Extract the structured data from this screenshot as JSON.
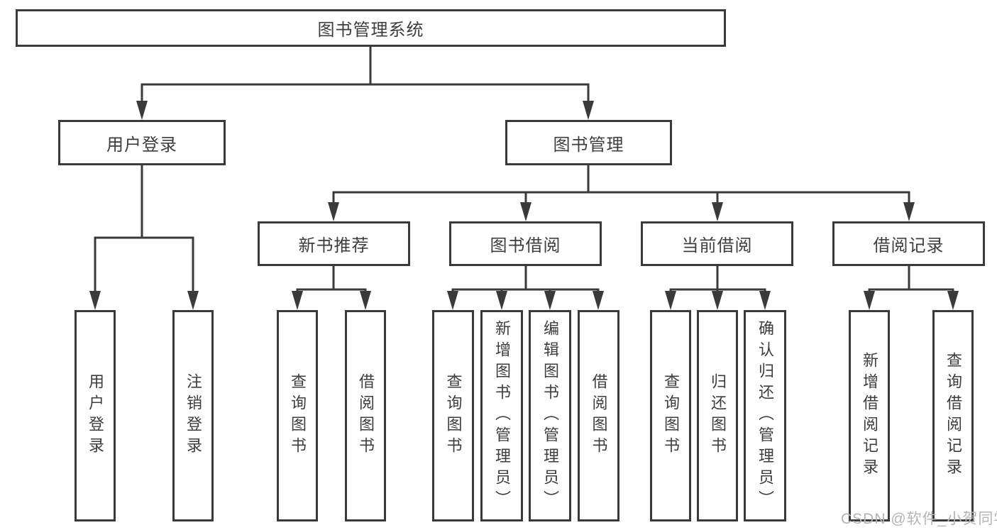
{
  "diagram_title": "图书管理系统",
  "colors": {
    "line": "#3a3a3a",
    "box_border": "#3a3a3a",
    "text": "#3d3d3d",
    "watermark": "#b4b4b4",
    "background": "#ffffff"
  },
  "nodes": {
    "root": "图书管理系统",
    "user_login": "用户登录",
    "book_mgmt": "图书管理",
    "new_book_rec": "新书推荐",
    "book_borrow": "图书借阅",
    "current_borrow": "当前借阅",
    "borrow_record": "借阅记录",
    "leaf_user_login": "用户登录",
    "leaf_logout": "注销登录",
    "leaf_rec_query": "查询图书",
    "leaf_rec_borrow": "借阅图书",
    "leaf_bb_query": "查询图书",
    "leaf_bb_add": "新增图书（管理员）",
    "leaf_bb_edit": "编辑图书（管理员）",
    "leaf_bb_borrow": "借阅图书",
    "leaf_cb_query": "查询图书",
    "leaf_cb_return": "归还图书",
    "leaf_cb_confirm": "确认归还（管理员）",
    "leaf_br_add": "新增借阅记录",
    "leaf_br_query": "查询借阅记录"
  },
  "hierarchy": {
    "图书管理系统": {
      "用户登录": [
        "用户登录",
        "注销登录"
      ],
      "图书管理": {
        "新书推荐": [
          "查询图书",
          "借阅图书"
        ],
        "图书借阅": [
          "查询图书",
          "新增图书（管理员）",
          "编辑图书（管理员）",
          "借阅图书"
        ],
        "当前借阅": [
          "查询图书",
          "归还图书",
          "确认归还（管理员）"
        ],
        "借阅记录": [
          "新增借阅记录",
          "查询借阅记录"
        ]
      }
    }
  },
  "watermark": "CSDN @软件_小贺同学"
}
